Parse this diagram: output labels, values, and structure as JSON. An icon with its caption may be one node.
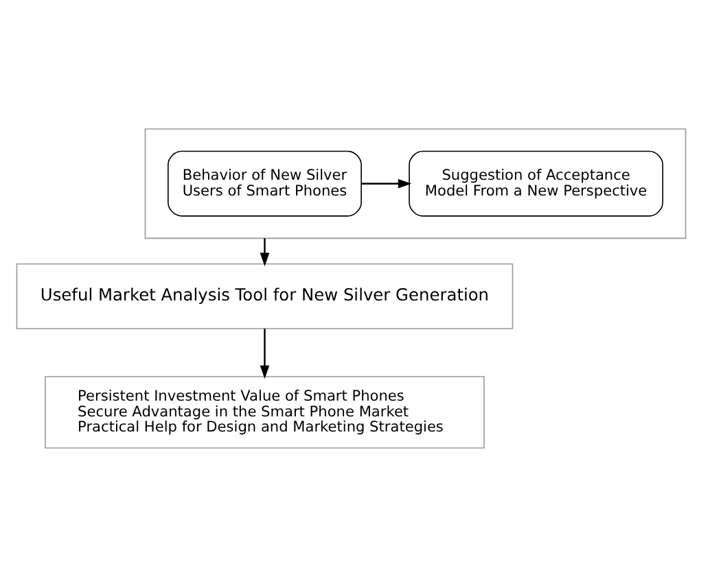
{
  "diagram": {
    "nodes": [
      {
        "text": [],
        "shape": "box"
      },
      {
        "text": [
          "Behavior of New Silver Users of Smart Phones"
        ],
        "in": 0
      },
      {
        "text": [
          "Suggestion of Acceptance Model From a New Perspective"
        ],
        "in": 0
      },
      {
        "text": [
          "Useful Market Analysis Tool for New Silver Generation"
        ]
      },
      {
        "text": [
          "Persistent Investment Value of Smart Phones",
          "Secure Advantage in the Smart Phone Market",
          "Practical Help for Design and Marketing Strategies"
        ]
      }
    ],
    "edges": [
      {
        "from": 1,
        "to": 2,
        "arrow": "to"
      },
      {
        "from": 0,
        "to": 3,
        "arrow": "to"
      },
      {
        "from": 3,
        "to": 4,
        "arrow": "to"
      }
    ]
  }
}
